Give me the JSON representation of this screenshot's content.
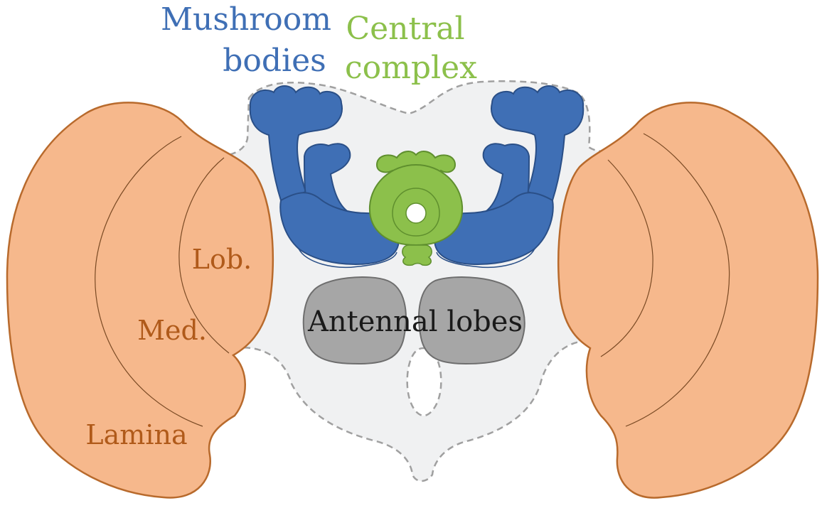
{
  "labels": {
    "mushroom_bodies": [
      "Mushroom",
      "bodies"
    ],
    "central_complex": [
      "Central",
      "complex"
    ],
    "antennal_lobes": "Antennal lobes",
    "lobula": "Lob.",
    "medulla": "Med.",
    "lamina": "Lamina"
  },
  "colors": {
    "mushroom_bodies": "#3f6fb5",
    "mushroom_bodies_stroke": "#2a4f87",
    "central_complex": "#8cc04b",
    "central_complex_stroke": "#5f8f2e",
    "antennal_lobes": "#a6a6a6",
    "antennal_lobes_stroke": "#6e6e6e",
    "optic_lobes": "#f6b88c",
    "optic_lobes_stroke": "#b86a2c",
    "optic_text": "#b05a1a",
    "brain_fill": "#f0f1f2",
    "brain_outline": "#a0a0a0"
  }
}
